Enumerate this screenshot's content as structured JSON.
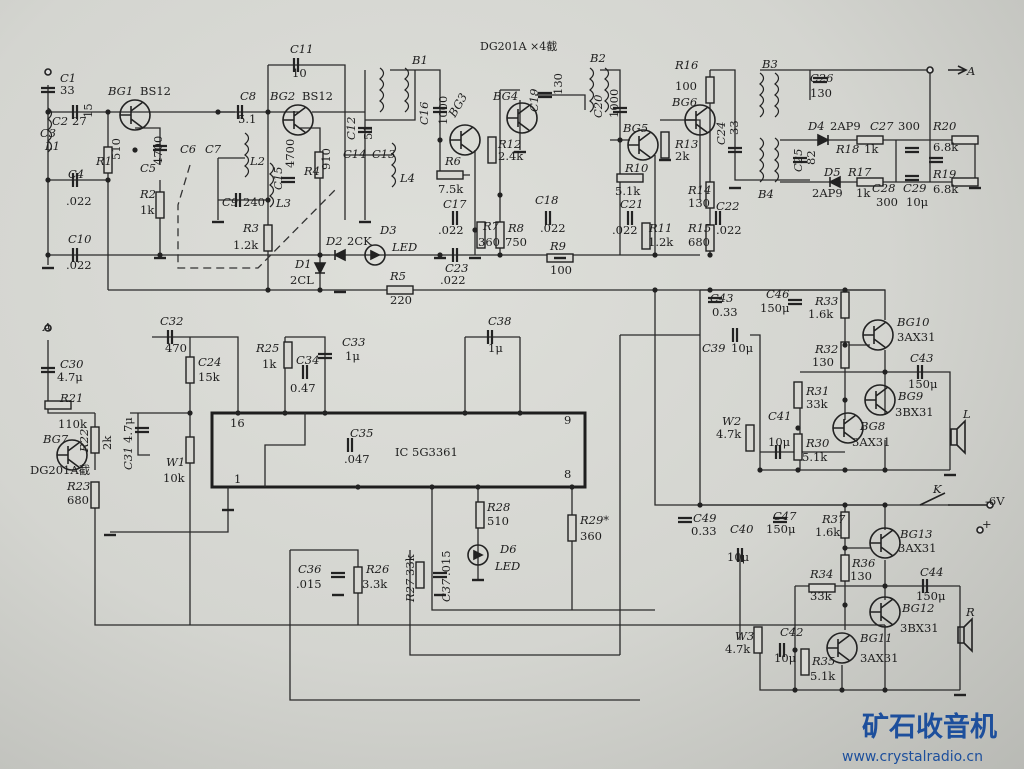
{
  "title": "DG201A ×4截",
  "components": {
    "C1": {
      "ref": "C1",
      "value": "33"
    },
    "C2": {
      "ref": "C2",
      "value": "27"
    },
    "C3": {
      "ref": "C3",
      "value": "15"
    },
    "L1": {
      "ref": "L1"
    },
    "BG1": {
      "ref": "BG1",
      "value": "BS12"
    },
    "R1": {
      "ref": "R1",
      "value": "510"
    },
    "C5": {
      "ref": "C5",
      "value": "4700"
    },
    "C4": {
      "ref": "C4",
      "value": ".022"
    },
    "R2": {
      "ref": "R2",
      "value": "1k"
    },
    "C10": {
      "ref": "C10",
      "value": ".022"
    },
    "C8": {
      "ref": "C8",
      "value": "5.1"
    },
    "BG2": {
      "ref": "BG2",
      "value": "BS12"
    },
    "C11": {
      "ref": "C11",
      "value": "10"
    },
    "C6": {
      "ref": "C6"
    },
    "C7": {
      "ref": "C7"
    },
    "L2": {
      "ref": "L2"
    },
    "C9": {
      "ref": "C9",
      "value": "240"
    },
    "C15": {
      "ref": "C15",
      "value": "4700"
    },
    "L3": {
      "ref": "L3"
    },
    "R3": {
      "ref": "R3",
      "value": "1.2k"
    },
    "R4": {
      "ref": "R4",
      "value": "910"
    },
    "C12": {
      "ref": "C12",
      "value": "51"
    },
    "C14": {
      "ref": "C14"
    },
    "C13": {
      "ref": "C13"
    },
    "L4": {
      "ref": "L4"
    },
    "B1": {
      "ref": "B1"
    },
    "C16": {
      "ref": "C16",
      "value": "1000"
    },
    "BG3": {
      "ref": "BG3"
    },
    "R6": {
      "ref": "R6",
      "value": "7.5k"
    },
    "C17": {
      "ref": "C17",
      "value": ".022"
    },
    "R7": {
      "ref": "R7",
      "value": "360"
    },
    "D2": {
      "ref": "D2",
      "value": "2CK"
    },
    "D3": {
      "ref": "D3",
      "value": "LED"
    },
    "D1": {
      "ref": "D1",
      "value": "2CL"
    },
    "C23": {
      "ref": "C23",
      "value": ".022"
    },
    "R5": {
      "ref": "R5",
      "value": "220"
    },
    "BG4": {
      "ref": "BG4"
    },
    "R12": {
      "ref": "R12",
      "value": "2.4k"
    },
    "C19": {
      "ref": "C19",
      "value": "130"
    },
    "B2": {
      "ref": "B2"
    },
    "C20": {
      "ref": "C20",
      "value": "1000"
    },
    "BG5": {
      "ref": "BG5"
    },
    "R10": {
      "ref": "R10",
      "value": "5.1k"
    },
    "C21": {
      "ref": "C21",
      "value": ".022"
    },
    "R8": {
      "ref": "R8",
      "value": "750"
    },
    "C18": {
      "ref": "C18",
      "value": ".022"
    },
    "R9": {
      "ref": "R9",
      "value": "100"
    },
    "R11": {
      "ref": "R11",
      "value": "1.2k"
    },
    "R16": {
      "ref": "R16",
      "value": "100"
    },
    "BG6": {
      "ref": "BG6"
    },
    "R13": {
      "ref": "R13",
      "value": "2k"
    },
    "R14": {
      "ref": "R14",
      "value": "130"
    },
    "R15": {
      "ref": "R15",
      "value": "680"
    },
    "C22": {
      "ref": "C22",
      "value": ".022"
    },
    "C24a": {
      "ref": "C24",
      "value": "33"
    },
    "B3": {
      "ref": "B3"
    },
    "B4": {
      "ref": "B4"
    },
    "C26": {
      "ref": "C26",
      "value": "130"
    },
    "D4": {
      "ref": "D4",
      "value": "2AP9"
    },
    "R18": {
      "ref": "R18",
      "value": "1k"
    },
    "C25": {
      "ref": "C25",
      "value": "82"
    },
    "D5": {
      "ref": "D5",
      "value": "2AP9"
    },
    "R17": {
      "ref": "R17",
      "value": "1k"
    },
    "C27": {
      "ref": "C27",
      "value": "300"
    },
    "R20": {
      "ref": "R20",
      "value": "6.8k"
    },
    "C28": {
      "ref": "C28",
      "value": "300"
    },
    "C29": {
      "ref": "C29",
      "value": "10μ"
    },
    "R19": {
      "ref": "R19",
      "value": "6.8k"
    },
    "A_out": {
      "ref": "A"
    },
    "A_in": {
      "ref": "A"
    },
    "C30": {
      "ref": "C30",
      "value": "4.7μ"
    },
    "R21": {
      "ref": "R21",
      "value": "110k"
    },
    "BG7": {
      "ref": "BG7",
      "value": "DG201A截"
    },
    "R22": {
      "ref": "R22",
      "value": "2k"
    },
    "R23": {
      "ref": "R23",
      "value": "680"
    },
    "C32": {
      "ref": "C32",
      "value": "470"
    },
    "C24b": {
      "ref": "C24",
      "value": "15k"
    },
    "C31": {
      "ref": "C31",
      "value": "4.7μ"
    },
    "W1": {
      "ref": "W1",
      "value": "10k"
    },
    "R25": {
      "ref": "R25",
      "value": "1k"
    },
    "C34": {
      "ref": "C34",
      "value": "0.47"
    },
    "C33": {
      "ref": "C33",
      "value": "1μ"
    },
    "C35": {
      "ref": "C35",
      "value": ".047"
    },
    "IC": {
      "ref": "IC 5G3361",
      "pin16": "16",
      "pin1": "1",
      "pin9": "9",
      "pin8": "8"
    },
    "C38": {
      "ref": "C38",
      "value": "1μ"
    },
    "R28": {
      "ref": "R28",
      "value": "510"
    },
    "R29": {
      "ref": "R29*",
      "value": "360"
    },
    "D6": {
      "ref": "D6",
      "value": "LED"
    },
    "C36": {
      "ref": "C36",
      "value": ".015"
    },
    "R26": {
      "ref": "R26",
      "value": "3.3k"
    },
    "R27": {
      "ref": "R27",
      "value": "33k"
    },
    "C37": {
      "ref": "C37",
      "value": ".015"
    },
    "C43a": {
      "ref": "C43",
      "value": "0.33"
    },
    "C46": {
      "ref": "C46",
      "value": "150μ"
    },
    "R33": {
      "ref": "R33",
      "value": "1.6k"
    },
    "BG10": {
      "ref": "BG10",
      "value": "3AX31"
    },
    "C39": {
      "ref": "C39",
      "value": "10μ"
    },
    "R32": {
      "ref": "R32",
      "value": "130"
    },
    "C43b": {
      "ref": "C43",
      "value": "150μ"
    },
    "R31": {
      "ref": "R31",
      "value": "33k"
    },
    "BG9": {
      "ref": "BG9",
      "value": "3BX31"
    },
    "W2": {
      "ref": "W2",
      "value": "4.7k"
    },
    "C41": {
      "ref": "C41",
      "value": "10μ"
    },
    "BG8": {
      "ref": "BG8",
      "value": "3AX31"
    },
    "R30": {
      "ref": "R30",
      "value": "5.1k"
    },
    "L_spk": {
      "ref": "L"
    },
    "K": {
      "ref": "K",
      "value": "-6V",
      "plus": "+"
    },
    "C49": {
      "ref": "C49",
      "value": "0.33"
    },
    "C40": {
      "ref": "C40",
      "value": "10μ"
    },
    "C47": {
      "ref": "C47",
      "value": "150μ"
    },
    "R37": {
      "ref": "R37",
      "value": "1.6k"
    },
    "BG13": {
      "ref": "BG13",
      "value": "3AX31"
    },
    "R36": {
      "ref": "R36",
      "value": "130"
    },
    "R34": {
      "ref": "R34",
      "value": "33k"
    },
    "C44": {
      "ref": "C44",
      "value": "150μ"
    },
    "BG12": {
      "ref": "BG12",
      "value": "3BX31"
    },
    "R_spk": {
      "ref": "R"
    },
    "W3": {
      "ref": "W3",
      "value": "4.7k"
    },
    "C42": {
      "ref": "C42",
      "value": "10μ"
    },
    "R35": {
      "ref": "R35",
      "value": "5.1k"
    },
    "BG11": {
      "ref": "BG11",
      "value": "3AX31"
    }
  },
  "watermark": {
    "name": "矿石收音机",
    "url": "www.crystalradio.cn"
  },
  "colors": {
    "paper": "#d6d6d1",
    "ink": "#1e1e1e",
    "watermark": "#1d4f9c"
  }
}
